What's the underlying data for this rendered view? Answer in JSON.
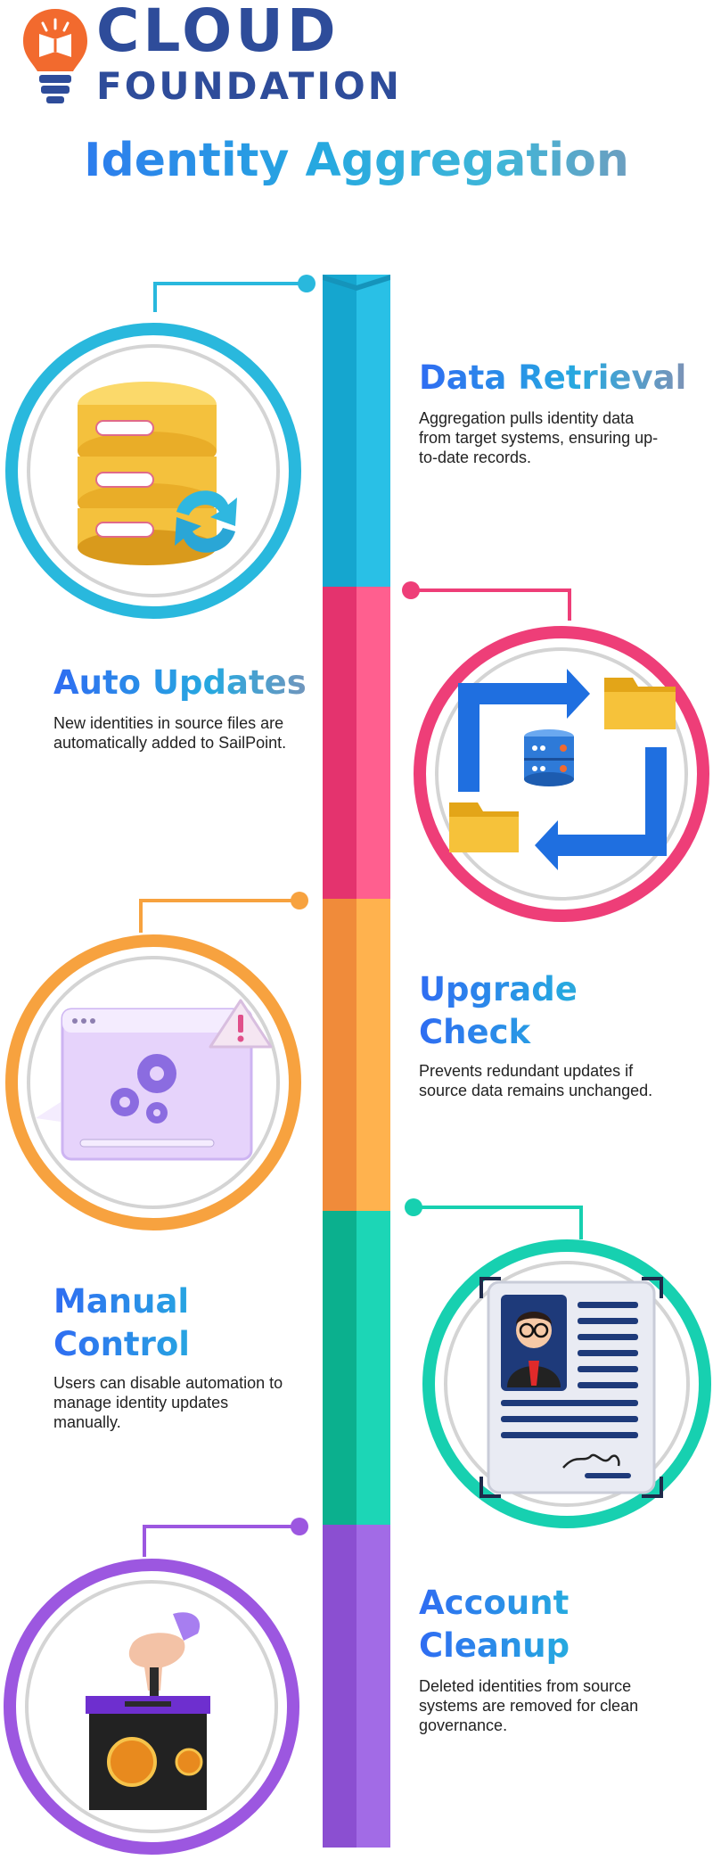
{
  "brand": {
    "line1": "CLOUD",
    "line2": "FOUNDATION"
  },
  "title": "Identity Aggregation",
  "colors": {
    "cyan": "#29b8dd",
    "pink": "#ee3e78",
    "orange": "#f7a23f",
    "teal": "#17d0b0",
    "purple": "#9c57e0",
    "navy": "#2e4c9a"
  },
  "steps": [
    {
      "heading_line1": "Data Retrieval",
      "heading_line2": "",
      "description": "Aggregation pulls identity data from target systems, ensuring up-to-date records.",
      "icon": "database-sync-icon"
    },
    {
      "heading_line1": "Auto Updates",
      "heading_line2": "",
      "description": "New identities in source files are automatically added to SailPoint.",
      "icon": "server-folders-icon"
    },
    {
      "heading_line1": "Upgrade",
      "heading_line2": "Check",
      "description": "Prevents redundant updates if source data remains unchanged.",
      "icon": "settings-window-warning-icon"
    },
    {
      "heading_line1": "Manual",
      "heading_line2": "Control",
      "description": "Users can disable automation to manage identity updates manually.",
      "icon": "id-document-icon"
    },
    {
      "heading_line1": "Account",
      "heading_line2": "Cleanup",
      "description": "Deleted identities from source systems are removed for clean governance.",
      "icon": "hand-ballot-box-icon"
    }
  ]
}
